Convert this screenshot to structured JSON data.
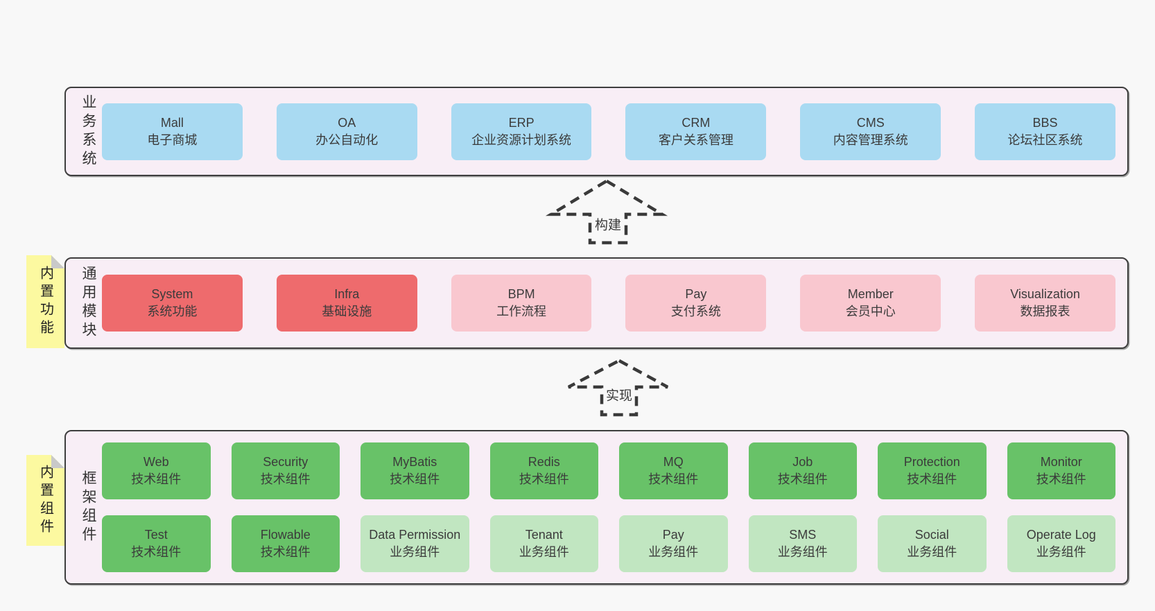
{
  "colors": {
    "page_bg": "#f8f8f8",
    "panel_bg": "#f8eef6",
    "panel_border": "#3e3e3e",
    "blue_box": "#a9daf2",
    "red_box": "#ee6b6d",
    "pink_box": "#f9c7cf",
    "green_box": "#68c268",
    "light_green_box": "#c1e6c1",
    "sticky_yellow": "#fcf9a0",
    "text": "#3b3b3b"
  },
  "arrows": {
    "build": "构建",
    "implement": "实现"
  },
  "layers": {
    "business": {
      "title": "业务系统",
      "boxes": [
        {
          "en": "Mall",
          "zh": "电子商城"
        },
        {
          "en": "OA",
          "zh": "办公自动化"
        },
        {
          "en": "ERP",
          "zh": "企业资源计划系统"
        },
        {
          "en": "CRM",
          "zh": "客户关系管理"
        },
        {
          "en": "CMS",
          "zh": "内容管理系统"
        },
        {
          "en": "BBS",
          "zh": "论坛社区系统"
        }
      ]
    },
    "modules": {
      "title": "通用模块",
      "sticky": "内置功能",
      "boxes": [
        {
          "en": "System",
          "zh": "系统功能"
        },
        {
          "en": "Infra",
          "zh": "基础设施"
        },
        {
          "en": "BPM",
          "zh": "工作流程"
        },
        {
          "en": "Pay",
          "zh": "支付系统"
        },
        {
          "en": "Member",
          "zh": "会员中心"
        },
        {
          "en": "Visualization",
          "zh": "数据报表"
        }
      ]
    },
    "components": {
      "title": "框架组件",
      "sticky": "内置组件",
      "row1": [
        {
          "en": "Web",
          "zh": "技术组件"
        },
        {
          "en": "Security",
          "zh": "技术组件"
        },
        {
          "en": "MyBatis",
          "zh": "技术组件"
        },
        {
          "en": "Redis",
          "zh": "技术组件"
        },
        {
          "en": "MQ",
          "zh": "技术组件"
        },
        {
          "en": "Job",
          "zh": "技术组件"
        },
        {
          "en": "Protection",
          "zh": "技术组件"
        },
        {
          "en": "Monitor",
          "zh": "技术组件"
        }
      ],
      "row2": [
        {
          "en": "Test",
          "zh": "技术组件"
        },
        {
          "en": "Flowable",
          "zh": "技术组件"
        },
        {
          "en": "Data Permission",
          "zh": "业务组件"
        },
        {
          "en": "Tenant",
          "zh": "业务组件"
        },
        {
          "en": "Pay",
          "zh": "业务组件"
        },
        {
          "en": "SMS",
          "zh": "业务组件"
        },
        {
          "en": "Social",
          "zh": "业务组件"
        },
        {
          "en": "Operate Log",
          "zh": "业务组件"
        }
      ]
    }
  }
}
